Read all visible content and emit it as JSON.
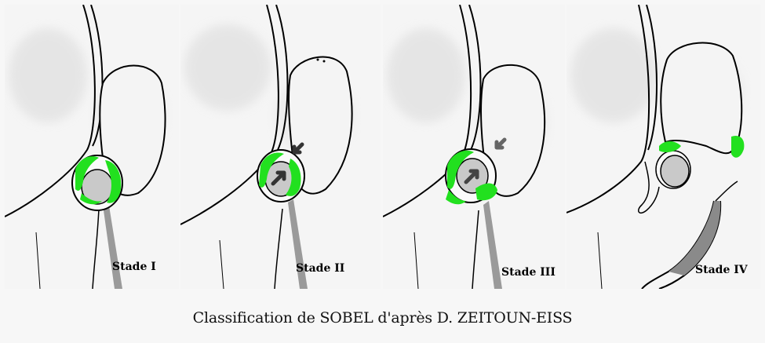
{
  "figure": {
    "caption": "Classification de SOBEL d'après D. ZEITOUN-EISS",
    "stages": [
      {
        "label": "Stade I"
      },
      {
        "label": "Stade II"
      },
      {
        "label": "Stade III"
      },
      {
        "label": "Stade IV"
      }
    ]
  },
  "colors": {
    "background": "#f7f7f7",
    "lesion_green": "#22e01f",
    "core_gray": "#c9c9c9",
    "arrow_gray": "#555555",
    "border": "#000000"
  }
}
